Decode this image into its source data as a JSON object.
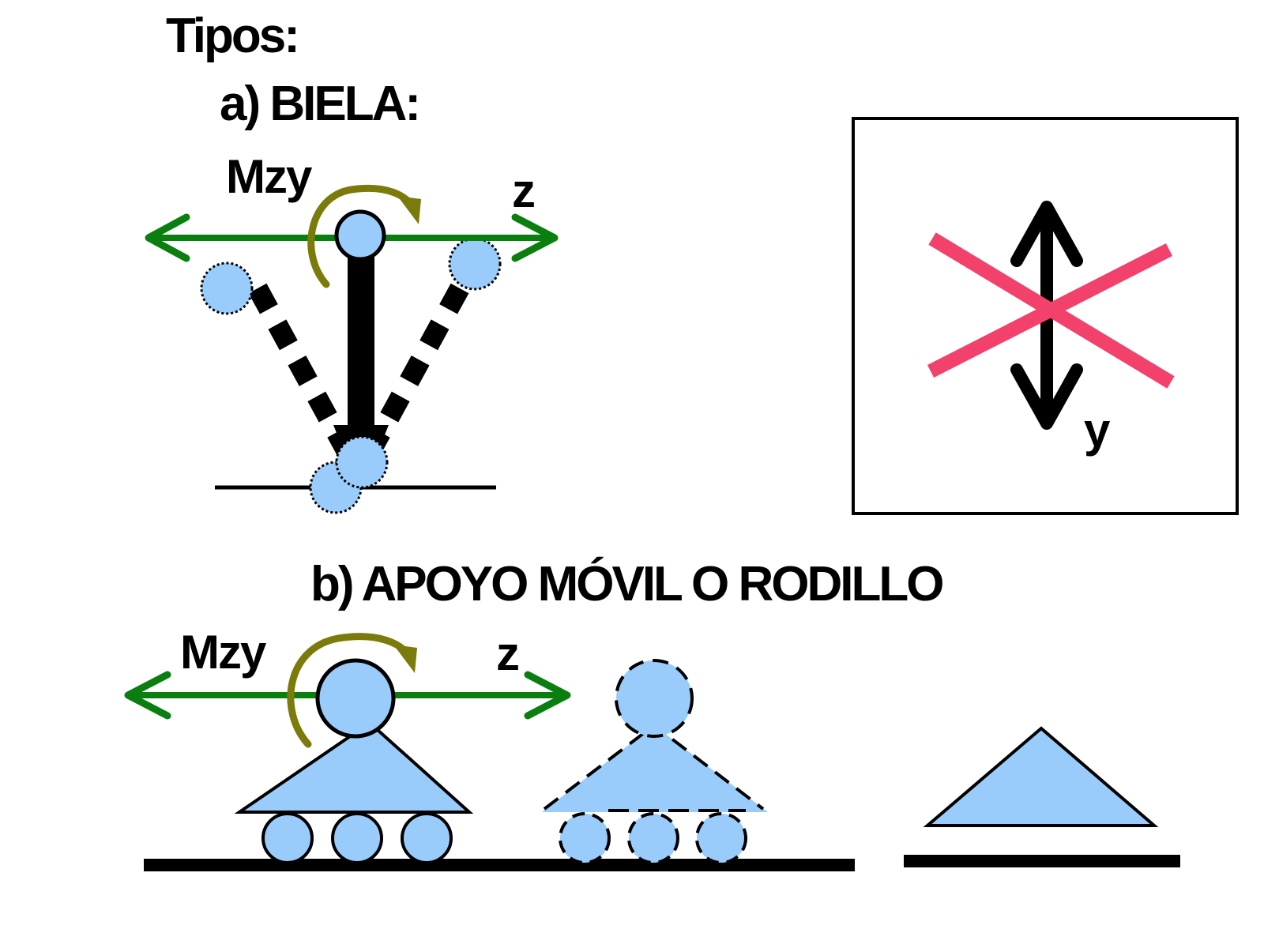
{
  "heading": "Tipos:",
  "section_a": {
    "title": "a) BIELA:",
    "moment_label": "Mzy",
    "axis_label": "z",
    "inset_axis_label": "y"
  },
  "section_b": {
    "title": "b) APOYO MÓVIL O RODILLO",
    "moment_label": "Mzy",
    "axis_label": "z"
  },
  "colors": {
    "fill_blue": "#99ccfb",
    "axis_green": "#0a7f10",
    "moment_olive": "#7b7b0c",
    "cross_pink": "#f2426c",
    "ink": "#000000"
  },
  "icons": [
    "green-double-arrow-icon",
    "olive-curved-moment-arrow-icon",
    "black-vertical-double-arrow-icon",
    "pink-cross-icon"
  ]
}
